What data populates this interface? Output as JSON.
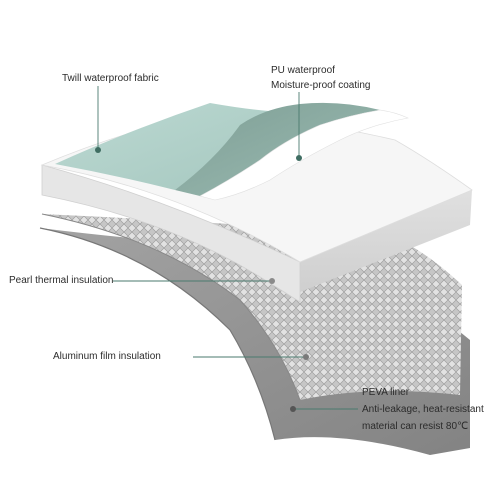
{
  "colors": {
    "teal_fabric": "#b3d3cc",
    "teal_dark": "#86a89f",
    "white_coating": "#f7f7f7",
    "pearl_foam": "#eeeeee",
    "aluminum": "#c9c9c9",
    "peva_liner": "#8e8e8e",
    "leader_line": "#4a7a6e"
  },
  "labels": {
    "twill": "Twill waterproof fabric",
    "pu_line1": "PU waterproof",
    "pu_line2": "Moisture-proof coating",
    "pearl": "Pearl thermal insulation",
    "aluminum": "Aluminum film insulation",
    "peva_line1": "PEVA liner",
    "peva_line2": "Anti-leakage, heat-resistant",
    "peva_line3": "material can resist 80℃"
  }
}
